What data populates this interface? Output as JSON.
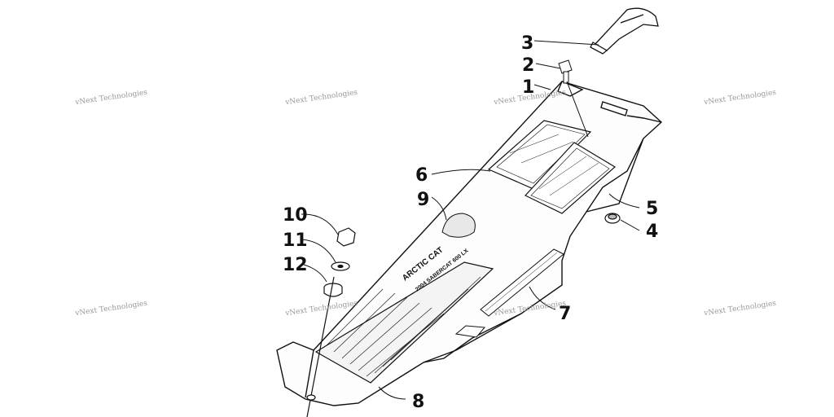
{
  "watermark": {
    "text": "vNext Technologies"
  },
  "decal": {
    "brand": "ARCTIC CAT",
    "model": "2004 SABERCAT 600 LX"
  },
  "callouts": [
    {
      "id": "callout-1",
      "label": "1"
    },
    {
      "id": "callout-2",
      "label": "2"
    },
    {
      "id": "callout-3",
      "label": "3"
    },
    {
      "id": "callout-4",
      "label": "4"
    },
    {
      "id": "callout-5",
      "label": "5"
    },
    {
      "id": "callout-6",
      "label": "6"
    },
    {
      "id": "callout-7",
      "label": "7"
    },
    {
      "id": "callout-8",
      "label": "8"
    },
    {
      "id": "callout-9",
      "label": "9"
    },
    {
      "id": "callout-10",
      "label": "10"
    },
    {
      "id": "callout-11",
      "label": "11"
    },
    {
      "id": "callout-12",
      "label": "12"
    }
  ]
}
